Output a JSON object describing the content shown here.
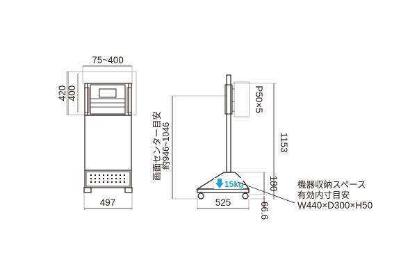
{
  "front_view": {
    "top_width": "75~400",
    "mount_height_outer": "420",
    "mount_height_inner": "400",
    "base_width": "497"
  },
  "side_view": {
    "pitch": "P50×5",
    "center_height_label": "画面センター目安",
    "center_height_range": "約946~1046",
    "pole_height": "1153",
    "base_height": "180",
    "base_depth": "525",
    "caster_offset": "66.6",
    "load_badge": "15kg",
    "storage_label_1": "機器収納スペース",
    "storage_label_2": "有効内寸目安",
    "storage_dims": "W440×D300×H50"
  },
  "colors": {
    "line": "#231815",
    "dim_line": "#888888",
    "highlight": "#b9b9b9",
    "badge": "#1aa5e0"
  }
}
